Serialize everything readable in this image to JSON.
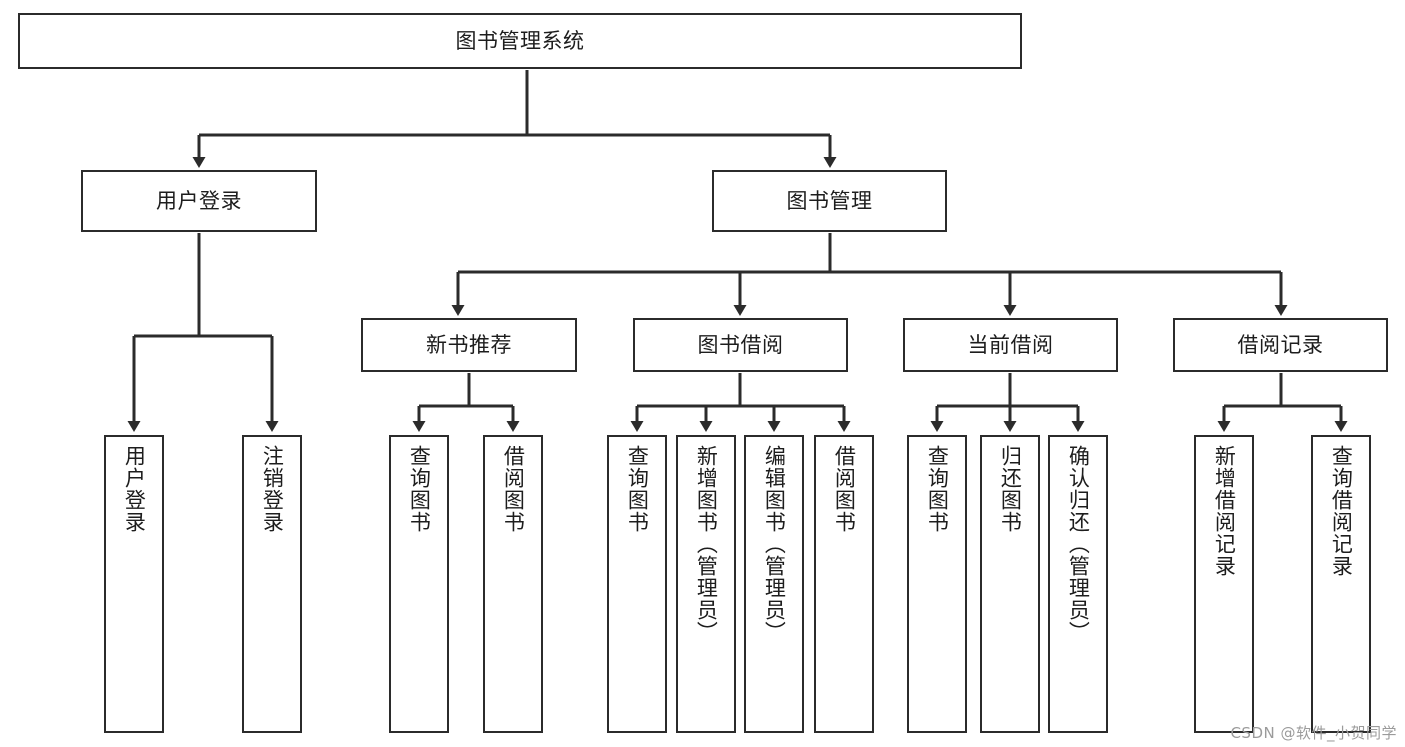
{
  "diagram": {
    "title": "图书管理系统",
    "type": "hierarchy-tree",
    "watermark": "CSDN @软件_小贺同学",
    "colors": {
      "box_border": "#2b2b2b",
      "box_fill": "#ffffff",
      "connector": "#2b2b2b",
      "text": "#1d1d1d",
      "watermark": "#9b9b9b",
      "background": "#ffffff"
    },
    "nodes": {
      "root": {
        "label": "图书管理系统"
      },
      "level1": [
        {
          "label": "用户登录"
        },
        {
          "label": "图书管理"
        }
      ],
      "level2": [
        {
          "label": "新书推荐"
        },
        {
          "label": "图书借阅"
        },
        {
          "label": "当前借阅"
        },
        {
          "label": "借阅记录"
        }
      ],
      "leaves": {
        "user_login": [
          {
            "label": "用户登录"
          },
          {
            "label": "注销登录"
          }
        ],
        "new_book_recommend": [
          {
            "label": "查询图书"
          },
          {
            "label": "借阅图书"
          }
        ],
        "book_borrow": [
          {
            "label": "查询图书"
          },
          {
            "label": "新增图书（管理员）"
          },
          {
            "label": "编辑图书（管理员）"
          },
          {
            "label": "借阅图书"
          }
        ],
        "current_borrow": [
          {
            "label": "查询图书"
          },
          {
            "label": "归还图书"
          },
          {
            "label": "确认归还（管理员）"
          }
        ],
        "borrow_record": [
          {
            "label": "新增借阅记录"
          },
          {
            "label": "查询借阅记录"
          }
        ]
      }
    }
  }
}
